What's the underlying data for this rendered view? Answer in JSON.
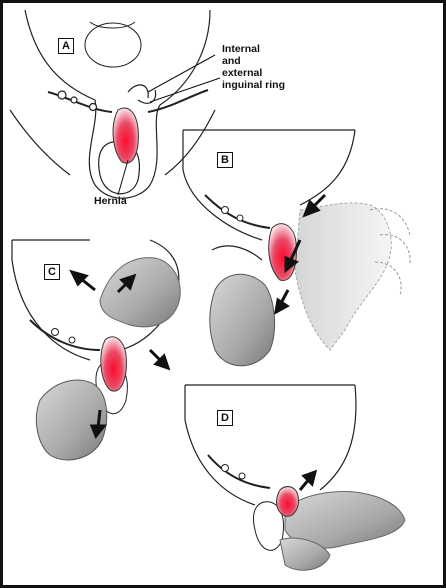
{
  "panels": [
    {
      "label": "A"
    },
    {
      "label": "B"
    },
    {
      "label": "C"
    },
    {
      "label": "D"
    }
  ],
  "callouts": {
    "ring_label_line1": "Internal",
    "ring_label_line2": "and",
    "ring_label_line3": "external",
    "ring_label_line4": "inguinal ring",
    "hernia_label": "Hernia"
  },
  "colors": {
    "hernia_red": "#e0102a",
    "outline": "#222222",
    "hand_shadow": "#9a9a9a"
  },
  "icons": [
    "pelvis-outline",
    "hernia-bulge",
    "hand",
    "arrow"
  ]
}
